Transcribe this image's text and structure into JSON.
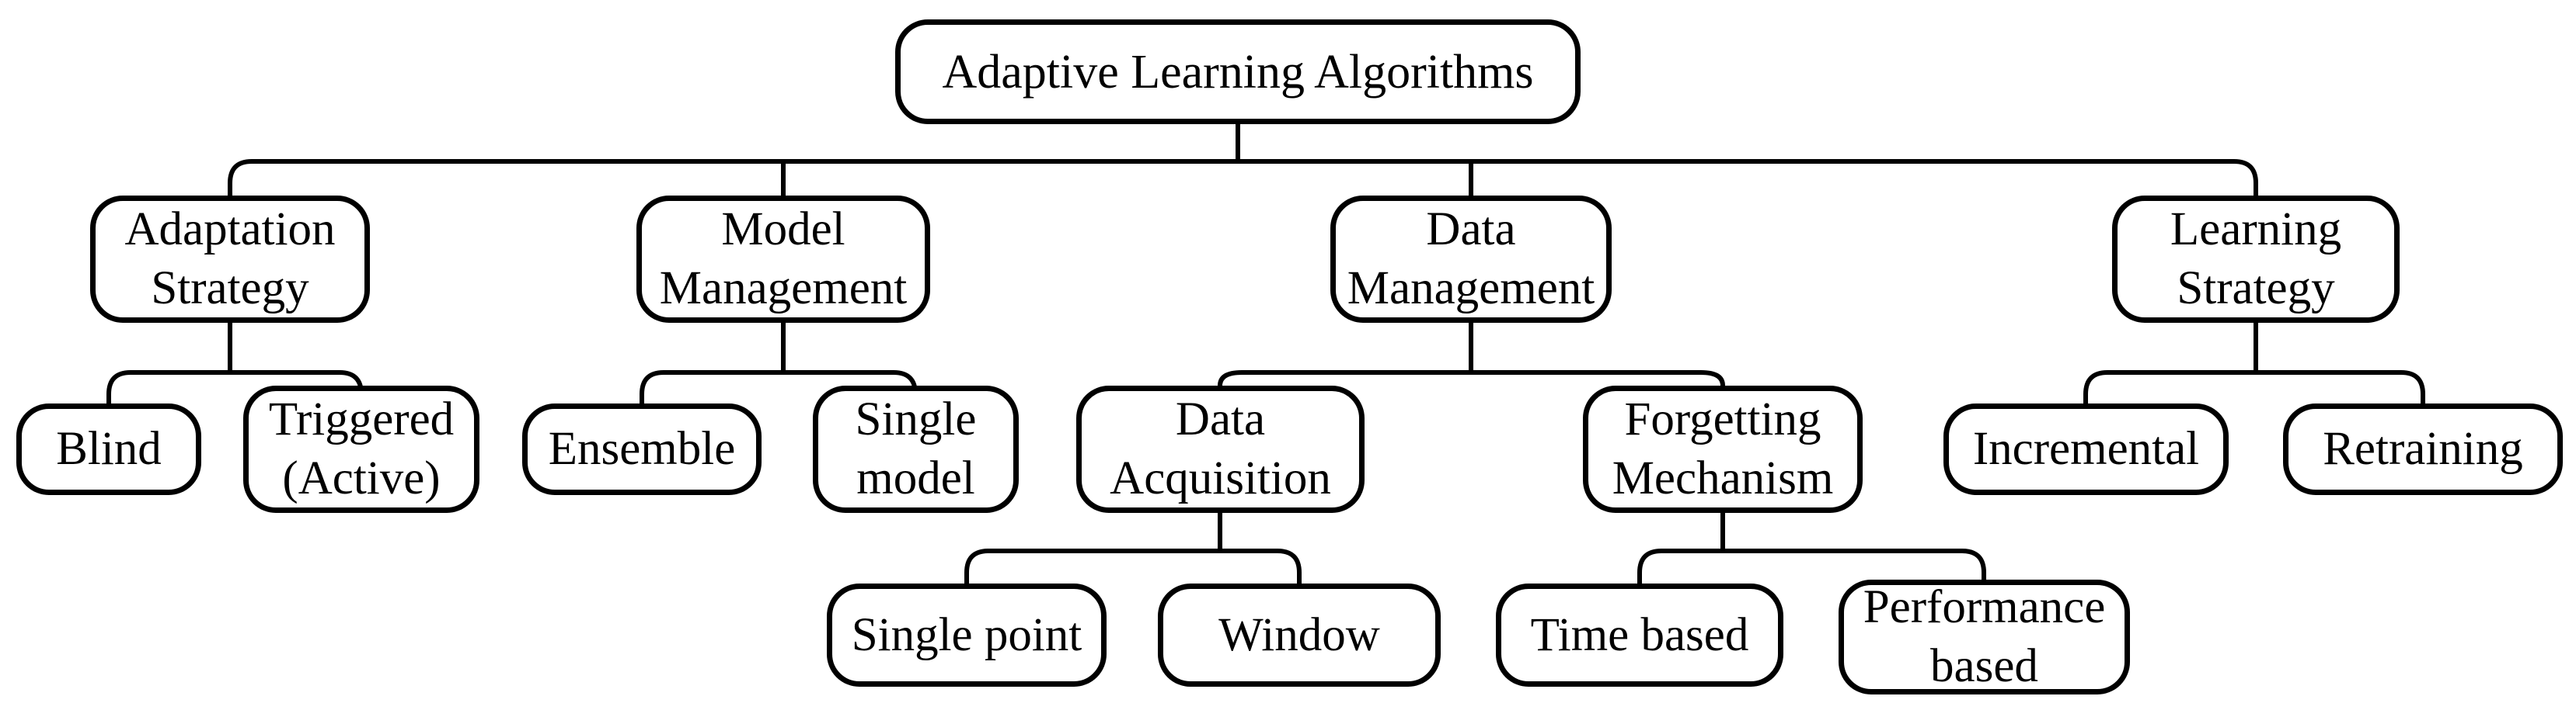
{
  "diagram": {
    "type": "tree",
    "colors": {
      "line": "#000000",
      "box_border": "#000000",
      "background": "#ffffff",
      "text": "#000000"
    },
    "tree": {
      "label": "Adaptive Learning Algorithms",
      "children": [
        {
          "label": "Adaptation\nStrategy",
          "children": [
            {
              "label": "Blind",
              "children": []
            },
            {
              "label": "Triggered\n(Active)",
              "children": []
            }
          ]
        },
        {
          "label": "Model\nManagement",
          "children": [
            {
              "label": "Ensemble",
              "children": []
            },
            {
              "label": "Single\nmodel",
              "children": []
            }
          ]
        },
        {
          "label": "Data\nManagement",
          "children": [
            {
              "label": "Data\nAcquisition",
              "children": [
                {
                  "label": "Single point",
                  "children": []
                },
                {
                  "label": "Window",
                  "children": []
                }
              ]
            },
            {
              "label": "Forgetting\nMechanism",
              "children": [
                {
                  "label": "Time based",
                  "children": []
                },
                {
                  "label": "Performance\nbased",
                  "children": []
                }
              ]
            }
          ]
        },
        {
          "label": "Learning\nStrategy",
          "children": [
            {
              "label": "Incremental",
              "children": []
            },
            {
              "label": "Retraining",
              "children": []
            }
          ]
        }
      ]
    }
  }
}
